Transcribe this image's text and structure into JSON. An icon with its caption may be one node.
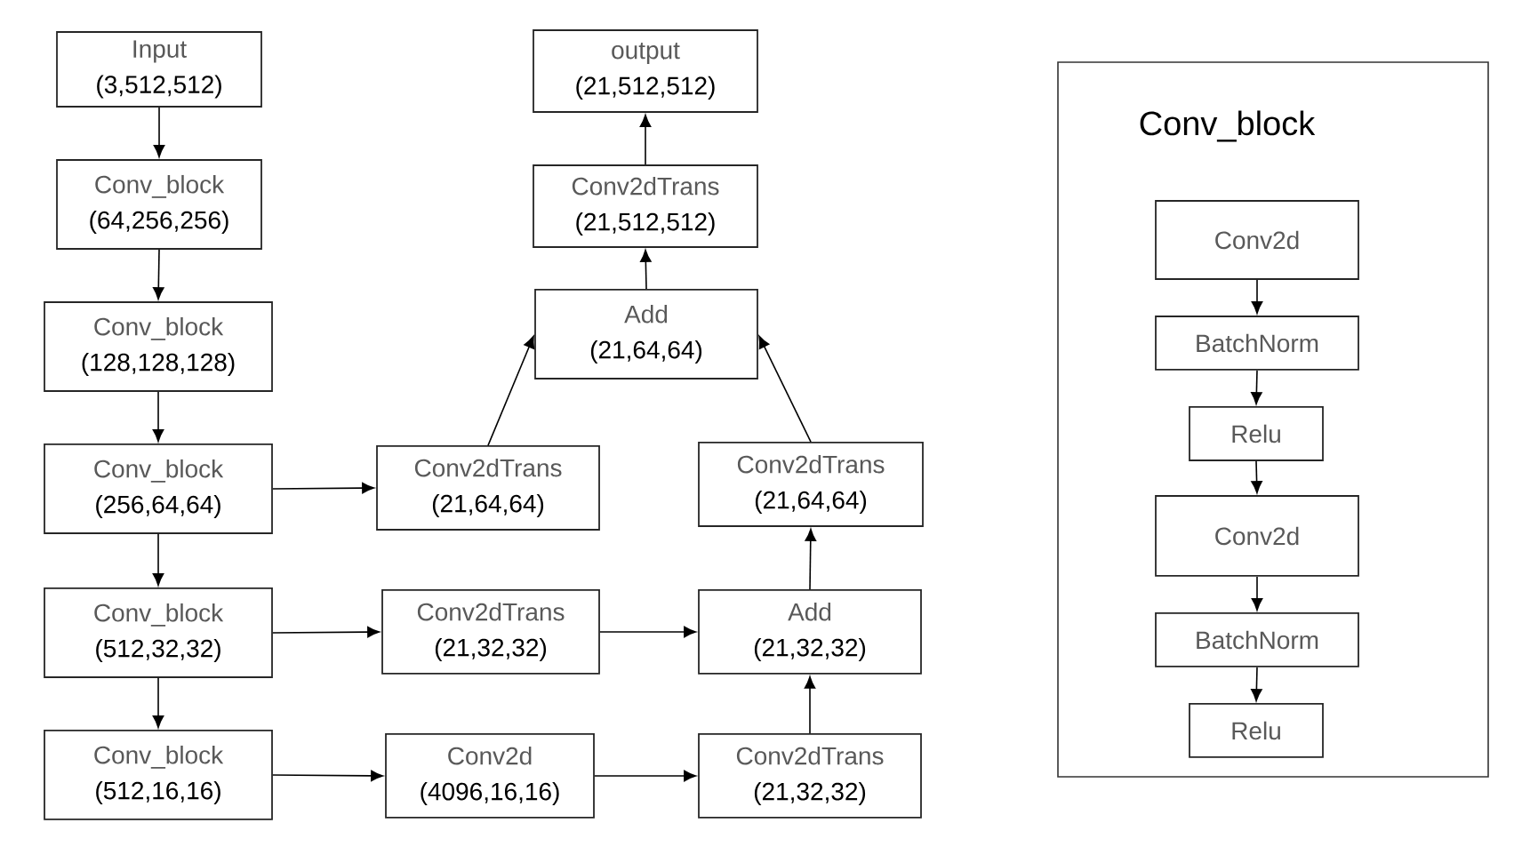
{
  "diagram": {
    "nodes": [
      {
        "text": [
          "Input",
          "(3,512,512)"
        ]
      },
      {
        "text": [
          "Conv_block",
          "(64,256,256)"
        ]
      },
      {
        "text": [
          "Conv_block",
          "(128,128,128)"
        ]
      },
      {
        "text": [
          "Conv_block",
          "(256,64,64)"
        ]
      },
      {
        "text": [
          "Conv_block",
          "(512,32,32)"
        ]
      },
      {
        "text": [
          "Conv_block",
          "(512,16,16)"
        ]
      },
      {
        "text": [
          "output",
          "(21,512,512)"
        ]
      },
      {
        "text": [
          "Conv2dTrans",
          "(21,512,512)"
        ]
      },
      {
        "text": [
          "Add",
          "(21,64,64)"
        ]
      },
      {
        "text": [
          "Conv2dTrans",
          "(21,64,64)"
        ]
      },
      {
        "text": [
          "Conv2dTrans",
          "(21,32,32)"
        ]
      },
      {
        "text": [
          "Conv2d",
          "(4096,16,16)"
        ]
      },
      {
        "text": [
          "Conv2dTrans",
          "(21,64,64)"
        ]
      },
      {
        "text": [
          "Add",
          "(21,32,32)"
        ]
      },
      {
        "text": [
          "Conv2dTrans",
          "(21,32,32)"
        ]
      },
      {
        "text": [
          "Conv_block"
        ]
      },
      {
        "text": [
          "Conv2d"
        ],
        "in": 15
      },
      {
        "text": [
          "BatchNorm"
        ],
        "in": 15
      },
      {
        "text": [
          "Relu"
        ],
        "in": 15
      },
      {
        "text": [
          "Conv2d"
        ],
        "in": 15
      },
      {
        "text": [
          "BatchNorm"
        ],
        "in": 15
      },
      {
        "text": [
          "Relu"
        ],
        "in": 15
      }
    ],
    "edges": [
      {
        "from": 0,
        "to": 1,
        "arrow": "to"
      },
      {
        "from": 1,
        "to": 2,
        "arrow": "to"
      },
      {
        "from": 2,
        "to": 3,
        "arrow": "to"
      },
      {
        "from": 3,
        "to": 4,
        "arrow": "to"
      },
      {
        "from": 4,
        "to": 5,
        "arrow": "to"
      },
      {
        "from": 3,
        "to": 9,
        "arrow": "to"
      },
      {
        "from": 4,
        "to": 10,
        "arrow": "to"
      },
      {
        "from": 5,
        "to": 11,
        "arrow": "to"
      },
      {
        "from": 11,
        "to": 14,
        "arrow": "to"
      },
      {
        "from": 10,
        "to": 13,
        "arrow": "to"
      },
      {
        "from": 14,
        "to": 13,
        "arrow": "to"
      },
      {
        "from": 13,
        "to": 12,
        "arrow": "to"
      },
      {
        "from": 9,
        "to": 8,
        "arrow": "to"
      },
      {
        "from": 12,
        "to": 8,
        "arrow": "to"
      },
      {
        "from": 8,
        "to": 7,
        "arrow": "to"
      },
      {
        "from": 7,
        "to": 6,
        "arrow": "to"
      },
      {
        "from": 16,
        "to": 17,
        "arrow": "to"
      },
      {
        "from": 17,
        "to": 18,
        "arrow": "to"
      },
      {
        "from": 18,
        "to": 19,
        "arrow": "to"
      },
      {
        "from": 19,
        "to": 20,
        "arrow": "to"
      },
      {
        "from": 20,
        "to": 21,
        "arrow": "to"
      }
    ]
  }
}
